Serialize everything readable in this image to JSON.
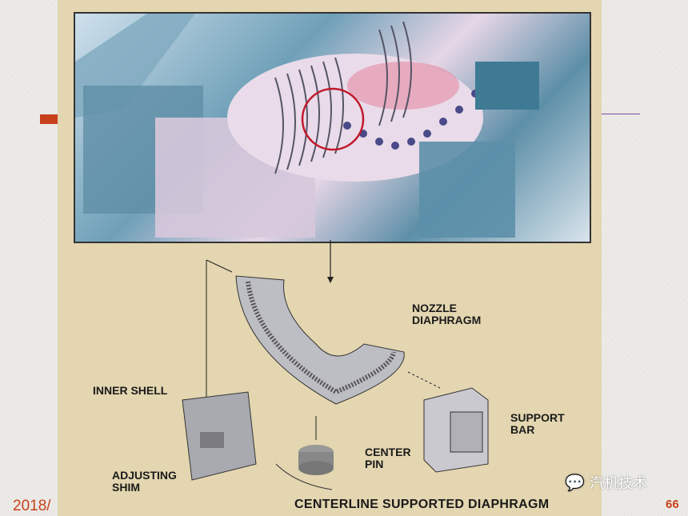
{
  "slide": {
    "date_fragment": "2018/",
    "page_number": "66",
    "watermark": "汽机技术"
  },
  "figure": {
    "caption": "CENTERLINE SUPPORTED DIAPHRAGM",
    "labels": {
      "nozzle_diaphragm": [
        "NOZZLE",
        "DIAPHRAGM"
      ],
      "inner_shell": "INNER SHELL",
      "adjusting_shim": [
        "ADJUSTING",
        "SHIM"
      ],
      "center_pin": [
        "CENTER",
        "PIN"
      ],
      "support_bar": [
        "SUPPORT",
        "BAR"
      ]
    }
  },
  "colors": {
    "accent": "#c8401c",
    "panel": "#e3d6b0",
    "highlight_circle": "#c0182a"
  }
}
